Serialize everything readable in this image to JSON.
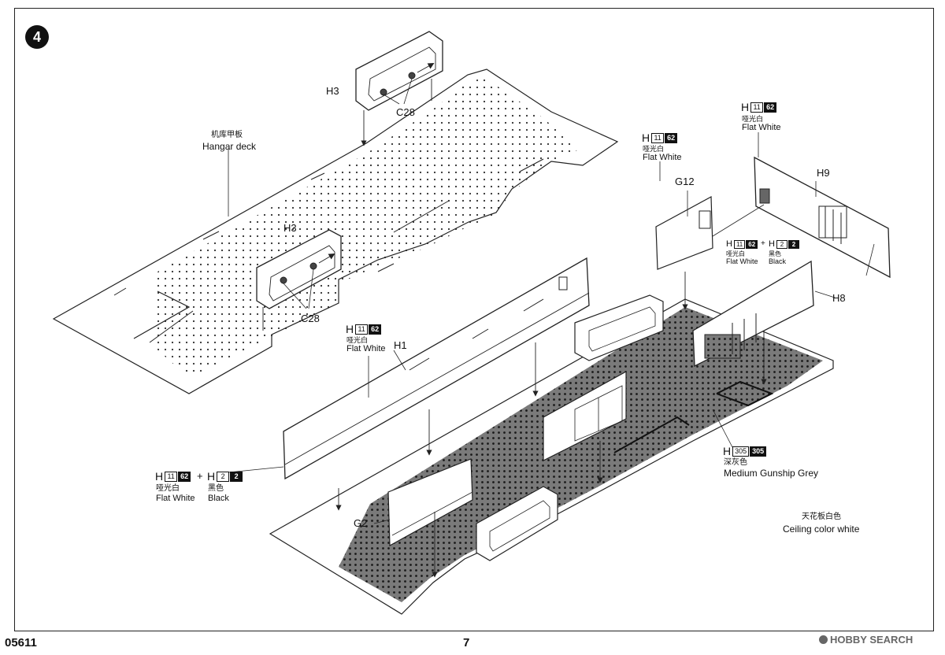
{
  "step_number": "4",
  "kit_code": "05611",
  "page_number": "7",
  "watermark": "HOBBY SEARCH",
  "watermark_icon": "hobby-search-logo-icon",
  "labels": {
    "hangar_deck_cn": "机库甲板",
    "hangar_deck_en": "Hangar deck",
    "ceiling_cn": "天花板白色",
    "ceiling_en": "Ceiling color white"
  },
  "parts": {
    "h3_top": "H3",
    "c28_top": "C28",
    "h3_mid": "H3",
    "c28_mid": "C28",
    "h1": "H1",
    "g12": "G12",
    "h9": "H9",
    "h8": "H8",
    "g2": "G2"
  },
  "paints": {
    "h1_flat_white": {
      "letter": "H",
      "num": "11",
      "code": "62",
      "cn": "哑光白",
      "en": "Flat White"
    },
    "g12_flat_white": {
      "letter": "H",
      "num": "11",
      "code": "62",
      "cn": "哑光白",
      "en": "Flat White"
    },
    "h9_flat_white": {
      "letter": "H",
      "num": "11",
      "code": "62",
      "cn": "哑光白",
      "en": "Flat White"
    },
    "mix_small_white": {
      "letter": "H",
      "num": "11",
      "code": "62",
      "cn": "哑光白",
      "en": "Flat White"
    },
    "mix_small_black": {
      "letter": "H",
      "num": "2",
      "code": "2",
      "cn": "黑色",
      "en": "Black"
    },
    "mix_large_white": {
      "letter": "H",
      "num": "11",
      "code": "62",
      "cn": "哑光白",
      "en": "Flat White"
    },
    "mix_large_black": {
      "letter": "H",
      "num": "2",
      "code": "2",
      "cn": "黑色",
      "en": "Black"
    },
    "gunship_grey": {
      "letter": "H",
      "num": "305",
      "code": "305",
      "cn": "深灰色",
      "en": "Medium Gunship Grey"
    }
  },
  "plus_sign": "+"
}
